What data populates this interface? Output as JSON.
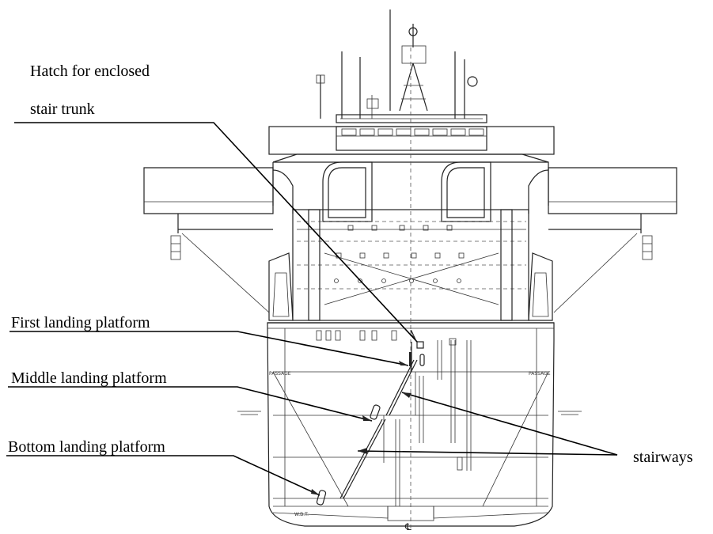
{
  "labels": {
    "hatch_line1": "Hatch for enclosed",
    "hatch_line2": "stair trunk",
    "first_landing": "First landing platform",
    "middle_landing": "Middle landing platform",
    "bottom_landing": "Bottom landing platform",
    "stairways": "stairways"
  },
  "drawing_marks": {
    "centerline_symbol": "℄",
    "bottom_mark": "W.B.T.",
    "side_mark_left": "PASSAGE",
    "side_mark_right": "PASSAGE"
  },
  "colors": {
    "ink": "#222222",
    "background": "#ffffff"
  }
}
